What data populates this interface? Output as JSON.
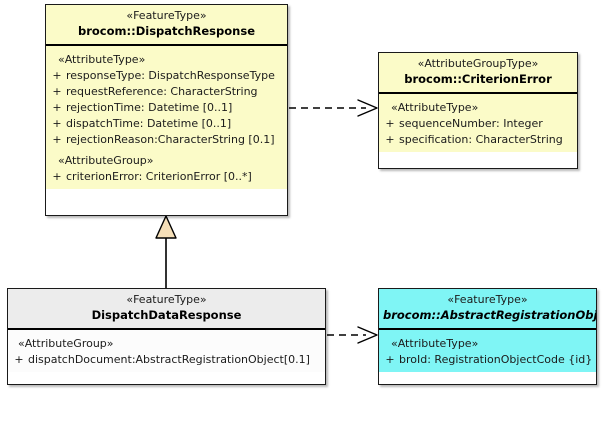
{
  "diagram": {
    "kind": "uml-class-diagram",
    "background": "#ffffff",
    "colors": {
      "feature_type_fill": "#fbfbc8",
      "attribute_group_type_fill": "#fbfbc8",
      "subtype_header_fill": "#ececec",
      "subtype_body_fill": "#fcfcfc",
      "abstract_fill": "#7ff5f5",
      "border": "#1a1a1a",
      "generalization_fill": "#f5dfb8"
    }
  },
  "classes": {
    "dispatch_response": {
      "stereotype": "«FeatureType»",
      "name": "brocom::DispatchResponse",
      "abstract": false,
      "sections": [
        {
          "group": "«AttributeType»",
          "attributes": [
            {
              "visibility": "+",
              "text": "responseType: DispatchResponseType"
            },
            {
              "visibility": "+",
              "text": "requestReference: CharacterString"
            },
            {
              "visibility": "+",
              "text": "rejectionTime: Datetime [0..1]"
            },
            {
              "visibility": "+",
              "text": "dispatchTime: Datetime [0..1]"
            },
            {
              "visibility": "+",
              "text": "rejectionReason:CharacterString [0.1]"
            }
          ]
        },
        {
          "group": "«AttributeGroup»",
          "attributes": [
            {
              "visibility": "+",
              "text": "criterionError: CriterionError [0..*]"
            }
          ]
        }
      ]
    },
    "criterion_error": {
      "stereotype": "«AttributeGroupType»",
      "name": "brocom::CriterionError",
      "abstract": false,
      "sections": [
        {
          "group": "«AttributeType»",
          "attributes": [
            {
              "visibility": "+",
              "text": "sequenceNumber: Integer"
            },
            {
              "visibility": "+",
              "text": "specification: CharacterString"
            }
          ]
        }
      ]
    },
    "dispatch_data_response": {
      "stereotype": "«FeatureType»",
      "name": "DispatchDataResponse",
      "abstract": false,
      "sections": [
        {
          "group": "«AttributeGroup»",
          "attributes": [
            {
              "visibility": "+",
              "text": "dispatchDocument:AbstractRegistrationObject[0.1]"
            }
          ]
        }
      ]
    },
    "abstract_registration_object": {
      "stereotype": "«FeatureType»",
      "name": "brocom::AbstractRegistrationObject",
      "abstract": true,
      "sections": [
        {
          "group": "«AttributeType»",
          "attributes": [
            {
              "visibility": "+",
              "text": "broId: RegistrationObjectCode {id}"
            }
          ]
        }
      ]
    }
  },
  "relationships": [
    {
      "id": "dep-dispatchresponse-criterionerror",
      "type": "dependency",
      "style": "dashed-open-arrow",
      "from": "dispatch_response",
      "to": "criterion_error",
      "label": ""
    },
    {
      "id": "gen-dispatchdataresponse-dispatchresponse",
      "type": "generalization",
      "style": "solid-hollow-triangle",
      "from": "dispatch_data_response",
      "to": "dispatch_response",
      "label": ""
    },
    {
      "id": "dep-dispatchdataresponse-abstractregistrationobject",
      "type": "dependency",
      "style": "dashed-open-arrow",
      "from": "dispatch_data_response",
      "to": "abstract_registration_object",
      "label": ""
    }
  ]
}
